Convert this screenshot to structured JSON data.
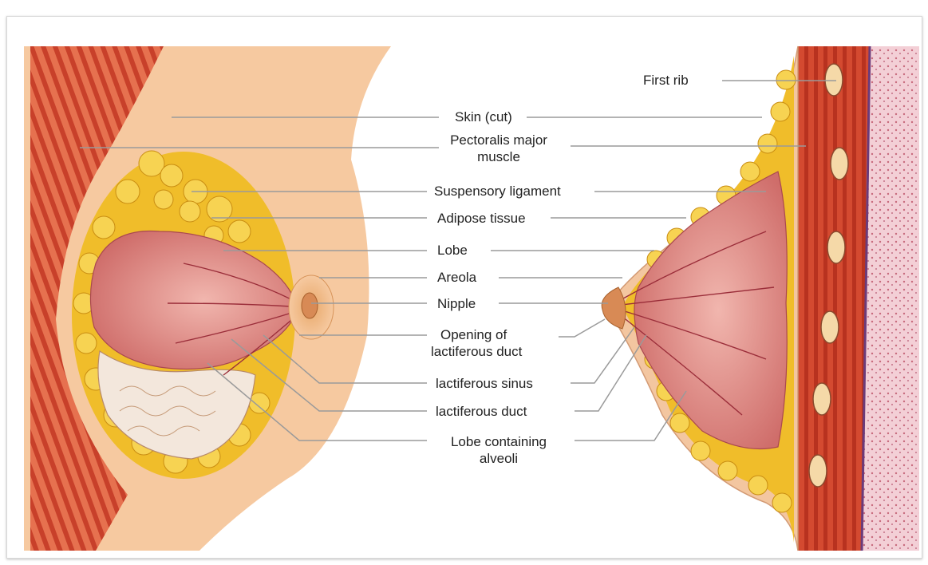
{
  "labels": {
    "first_rib": "First rib",
    "skin_cut": "Skin (cut)",
    "pectoralis_line1": "Pectoralis major",
    "pectoralis_line2": "muscle",
    "suspensory_ligament": "Suspensory ligament",
    "adipose_tissue": "Adipose tissue",
    "lobe": "Lobe",
    "areola": "Areola",
    "nipple": "Nipple",
    "opening_line1": "Opening of",
    "opening_line2": "lactiferous duct",
    "lactiferous_sinus": "lactiferous sinus",
    "lactiferous_duct": "lactiferous duct",
    "lobe_alveoli_line1": "Lobe containing",
    "lobe_alveoli_line2": "alveoli"
  },
  "colors": {
    "skin": "#f6c9a0",
    "muscle": "#d9553a",
    "fat": "#f2c12b",
    "gland": "#e79a96",
    "leader_line": "#9a9a9a"
  }
}
